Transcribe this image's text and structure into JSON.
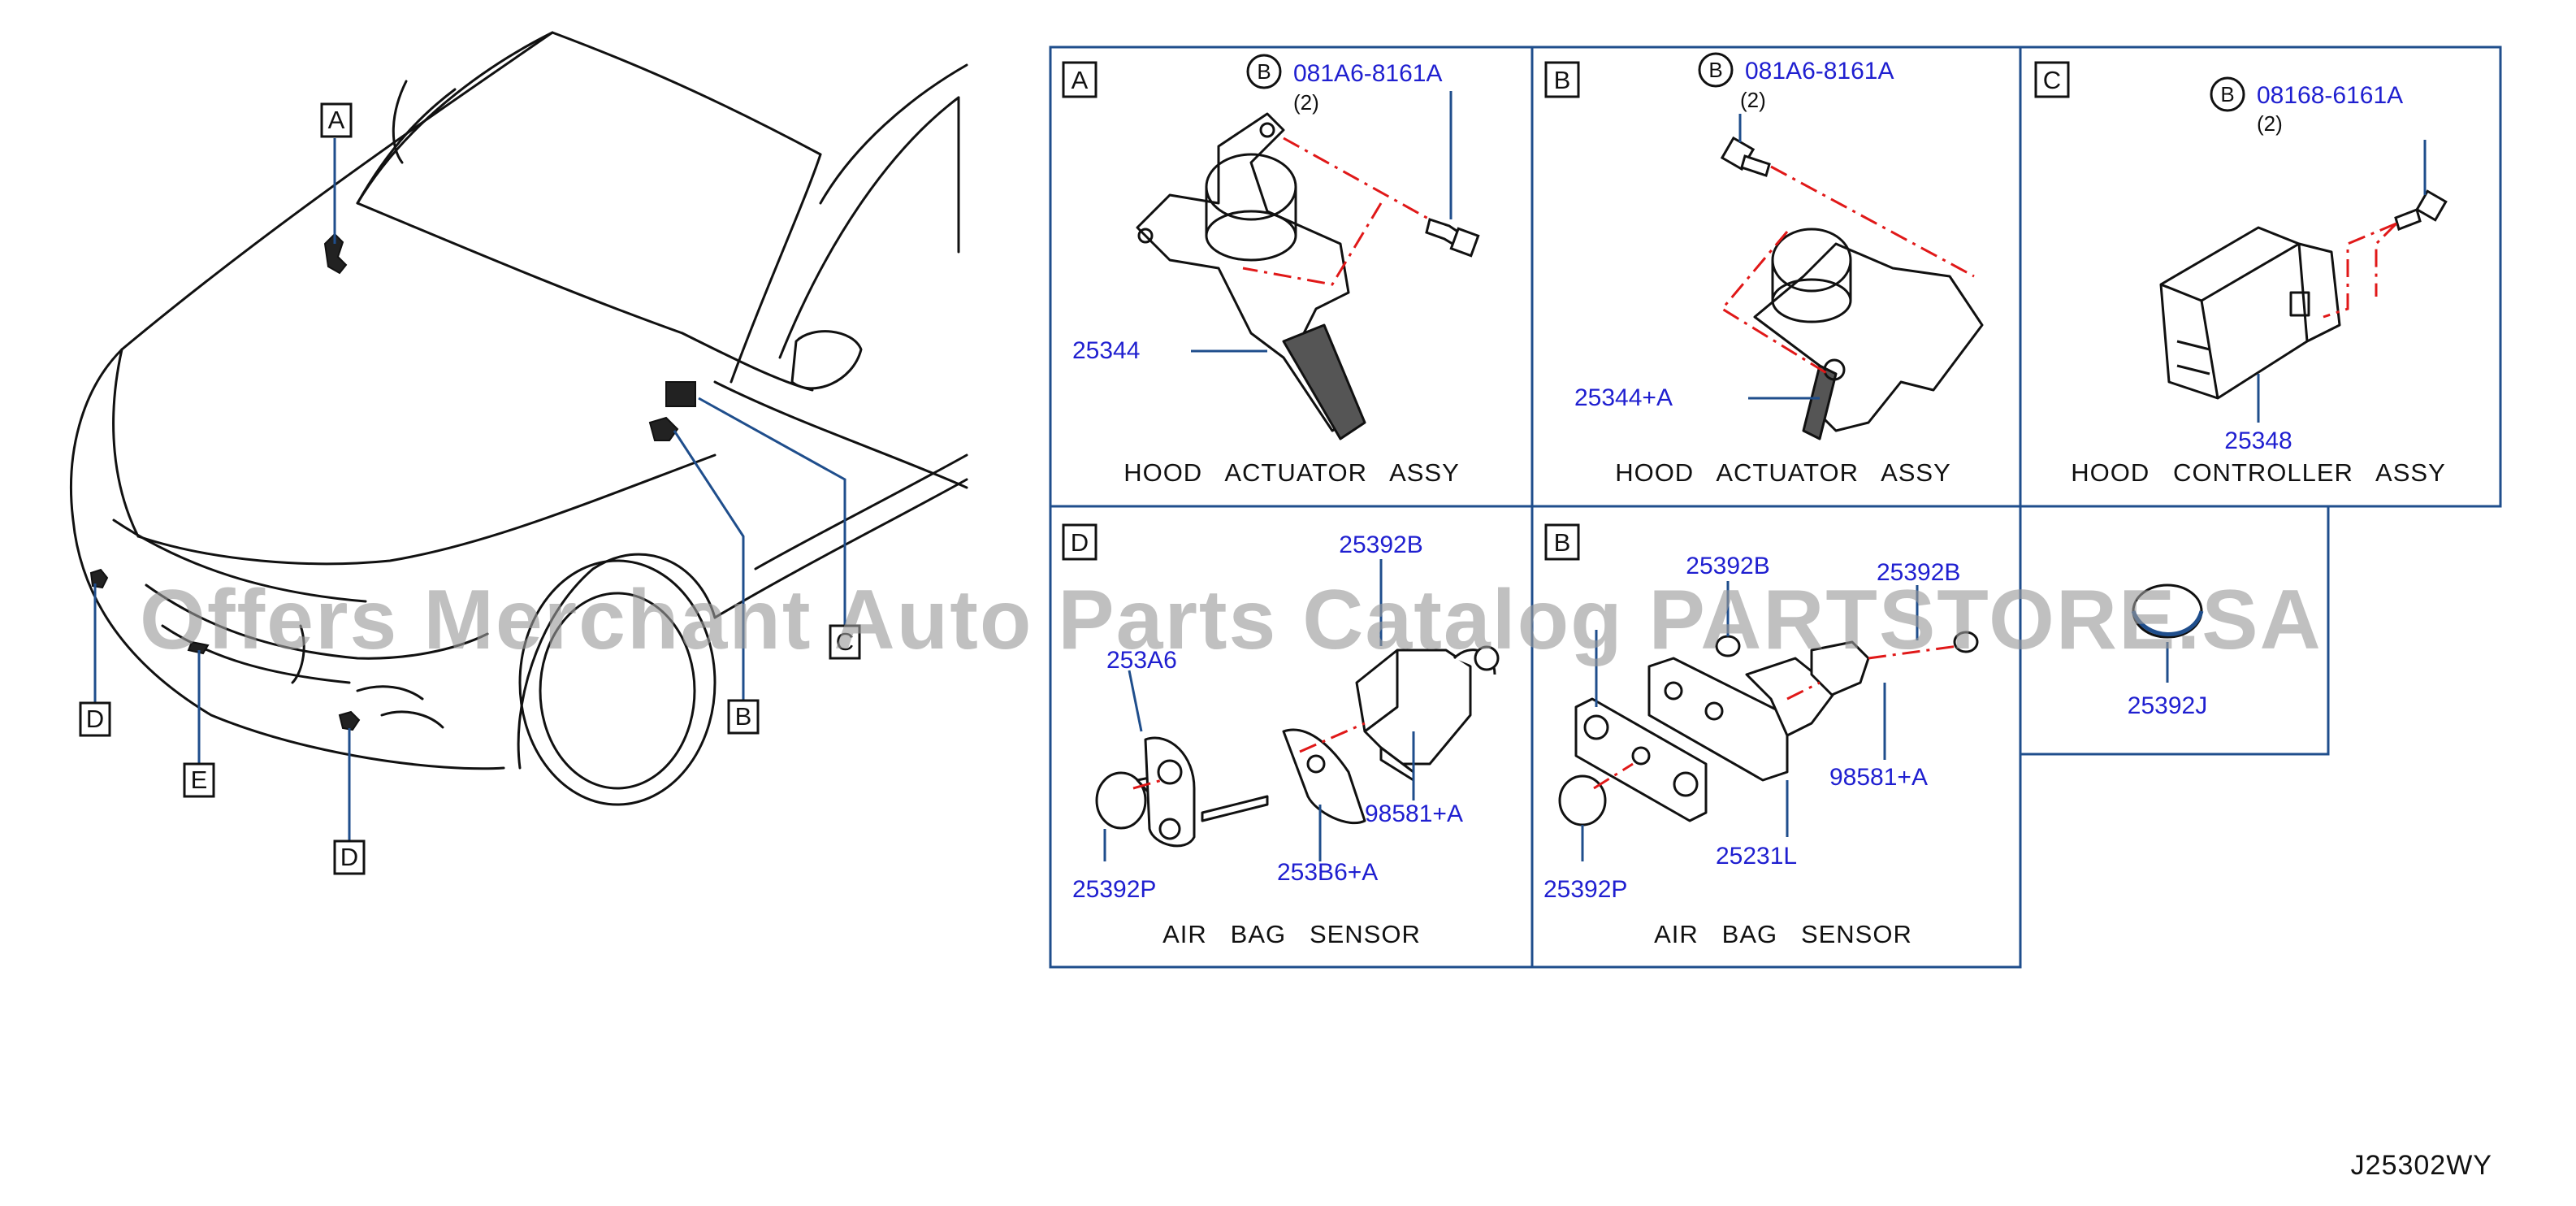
{
  "diagram_code": "J25302WY",
  "watermark": "Offers Merchant Auto Parts Catalog PARTSTORE.SA",
  "car_callouts": [
    "A",
    "B",
    "C",
    "D",
    "E",
    "D"
  ],
  "bolt_circle_letter": "B",
  "panels": {
    "A": {
      "tag": "A",
      "bolt_part": "081A6-8161A",
      "bolt_qty": "(2)",
      "part": "25344",
      "title": "HOOD   ACTUATOR   ASSY"
    },
    "B1": {
      "tag": "B",
      "bolt_part": "081A6-8161A",
      "bolt_qty": "(2)",
      "part": "25344+A",
      "title": "HOOD   ACTUATOR   ASSY"
    },
    "C": {
      "tag": "C",
      "bolt_part": "08168-6161A",
      "bolt_qty": "(2)",
      "part": "25348",
      "title": "HOOD   CONTROLLER   ASSY"
    },
    "D": {
      "tag": "D",
      "parts": [
        "25392B",
        "253A6",
        "98581+A",
        "253B6+A",
        "25392P"
      ],
      "title": "AIR   BAG   SENSOR"
    },
    "B2": {
      "tag": "B",
      "parts": [
        "25392B",
        "25392B",
        "98581+A",
        "25231L",
        "25392P"
      ],
      "title": "AIR   BAG   SENSOR"
    },
    "E": {
      "part": "25392J"
    }
  },
  "colors": {
    "frame": "#1f4e8c",
    "part_text": "#1f1fd0",
    "dashed_line": "#e01818",
    "drawing": "#111111"
  }
}
